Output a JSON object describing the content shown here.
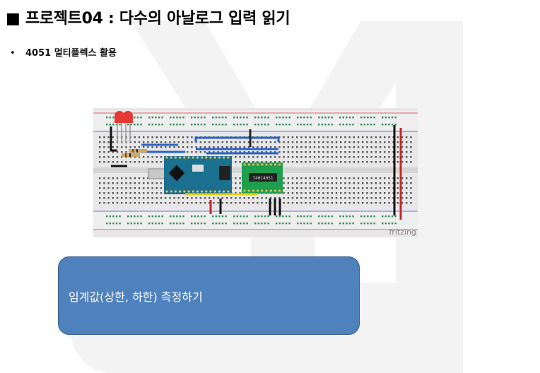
{
  "slide": {
    "title": "■ 프로젝트04 : 다수의 아날로그 입력 읽기",
    "bullet": {
      "marker": "•",
      "text": "4051 멀티플렉스 활용"
    },
    "figure": {
      "watermark_label": "fritzing",
      "chip_label": "74HC4051"
    },
    "callout": {
      "text": "임계값(상한, 하한) 측정하기"
    }
  },
  "colors": {
    "callout_fill": "#4f81bd",
    "callout_border": "#385d8a",
    "board_teal": "#1b6f8f",
    "chip_board_green": "#1e9e4e",
    "rail_red": "#cc2222",
    "wire_blue": "#2a62c9"
  }
}
